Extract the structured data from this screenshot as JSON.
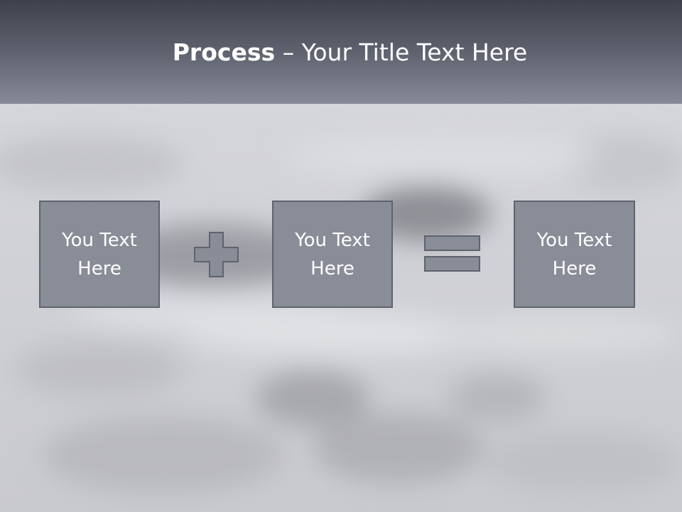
{
  "slide": {
    "title_bold": "Process",
    "title_rest": " – Your Title Text Here"
  },
  "process": {
    "boxes": [
      {
        "text": "You Text Here"
      },
      {
        "text": "You Text Here"
      },
      {
        "text": "You Text Here"
      }
    ],
    "operators": [
      "plus-icon",
      "equals-icon"
    ]
  },
  "colors": {
    "header_top": "#3e414b",
    "header_bottom": "#868a96",
    "box_fill": "#898d97",
    "box_border": "#5f636d",
    "text": "#ffffff"
  }
}
